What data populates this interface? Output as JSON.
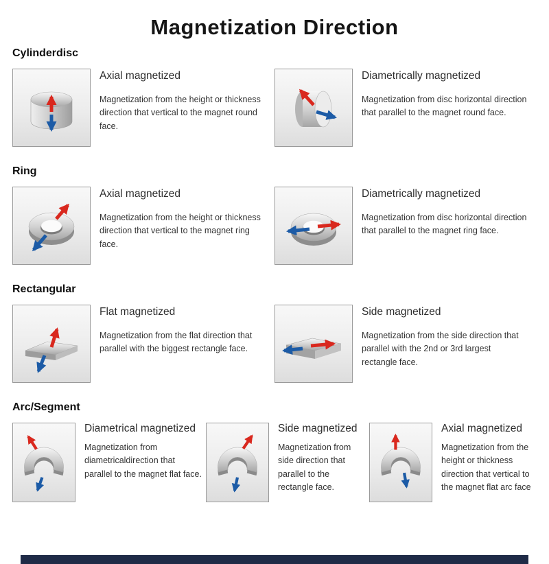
{
  "page": {
    "title": "Magnetization Direction"
  },
  "colors": {
    "arrow_red": "#d9281e",
    "arrow_blue": "#1c5ba6",
    "footer_bar": "#1f2b47",
    "box_border": "#9a9a9a"
  },
  "sections": [
    {
      "label": "Cylinderdisc",
      "items": [
        {
          "icon": "cylinder-axial-magnet",
          "heading": "Axial magnetized",
          "description": "Magnetization from the height or thickness direction that vertical to the magnet round face."
        },
        {
          "icon": "cylinder-diametrical-magnet",
          "heading": "Diametrically magnetized",
          "description": "Magnetization from disc horizontal direction that parallel to the magnet round face."
        }
      ]
    },
    {
      "label": "Ring",
      "items": [
        {
          "icon": "ring-axial-magnet",
          "heading": "Axial magnetized",
          "description": "Magnetization from the height or thickness direction that vertical to the magnet ring face."
        },
        {
          "icon": "ring-diametrical-magnet",
          "heading": "Diametrically magnetized",
          "description": "Magnetization from disc horizontal direction that parallel to the magnet ring face."
        }
      ]
    },
    {
      "label": "Rectangular",
      "items": [
        {
          "icon": "rectangular-flat-magnet",
          "heading": "Flat magnetized",
          "description": "Magnetization from the flat direction that parallel with the biggest rectangle face."
        },
        {
          "icon": "rectangular-side-magnet",
          "heading": "Side magnetized",
          "description": "Magnetization from the side direction that parallel with the 2nd or 3rd largest rectangle face."
        }
      ]
    },
    {
      "label": "Arc/Segment",
      "items": [
        {
          "icon": "arc-diametrical-magnet",
          "heading": "Diametrical magnetized",
          "description": "Magnetization from diametricaldirection that parallel to the magnet flat face."
        },
        {
          "icon": "arc-side-magnet",
          "heading": "Side magnetized",
          "description": "Magnetization from side direction that parallel to the rectangle face."
        },
        {
          "icon": "arc-axial-magnet",
          "heading": "Axial magnetized",
          "description": "Magnetization from the height or thickness direction that vertical to the magnet flat arc face"
        }
      ]
    }
  ]
}
